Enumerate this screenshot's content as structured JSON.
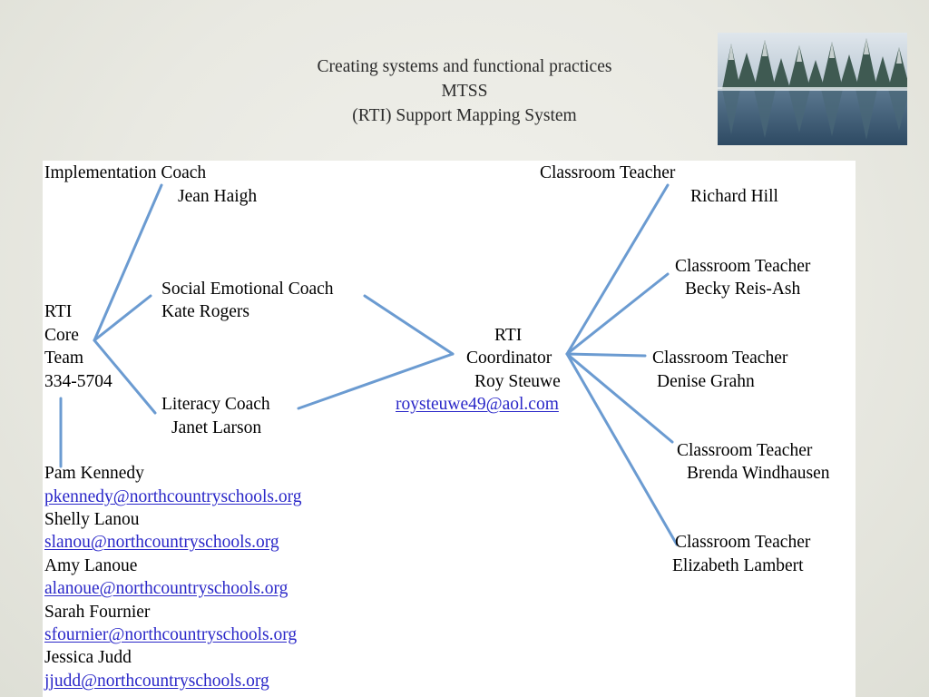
{
  "slide": {
    "title_lines": [
      "Creating systems and functional practices",
      "MTSS",
      "(RTI) Support Mapping System"
    ]
  },
  "colors": {
    "connector": "#6b9bd1",
    "link": "#2a27c8"
  },
  "nodes": {
    "implementation_coach": {
      "role": "Implementation Coach",
      "name": "Jean Haigh"
    },
    "core_team": {
      "lines": [
        "RTI",
        "Core",
        "Team",
        "334-5704"
      ]
    },
    "social_emotional_coach": {
      "role": "Social Emotional Coach",
      "name": "Kate Rogers"
    },
    "literacy_coach": {
      "role": "Literacy Coach",
      "name": "Janet Larson"
    },
    "coordinator": {
      "line1": "RTI",
      "line2": "Coordinator",
      "name": "Roy Steuwe",
      "email": "roysteuwe49@aol.com"
    },
    "teachers": [
      {
        "role": "Classroom Teacher",
        "name": "Richard Hill"
      },
      {
        "role": "Classroom Teacher",
        "name": "Becky Reis-Ash"
      },
      {
        "role": "Classroom Teacher",
        "name": "Denise Grahn"
      },
      {
        "role": "Classroom Teacher",
        "name": "Brenda Windhausen"
      },
      {
        "role": "Classroom Teacher",
        "name": "Elizabeth Lambert"
      }
    ]
  },
  "team_members": [
    {
      "name": "Pam Kennedy",
      "email": "pkennedy@northcountryschools.org"
    },
    {
      "name": "Shelly Lanou",
      "email": "slanou@northcountryschools.org"
    },
    {
      "name": "Amy Lanoue",
      "email": "alanoue@northcountryschools.org"
    },
    {
      "name": "Sarah Fournier",
      "email": "sfournier@northcountryschools.org"
    },
    {
      "name": "Jessica Judd",
      "email": "jjudd@northcountryschools.org"
    }
  ]
}
